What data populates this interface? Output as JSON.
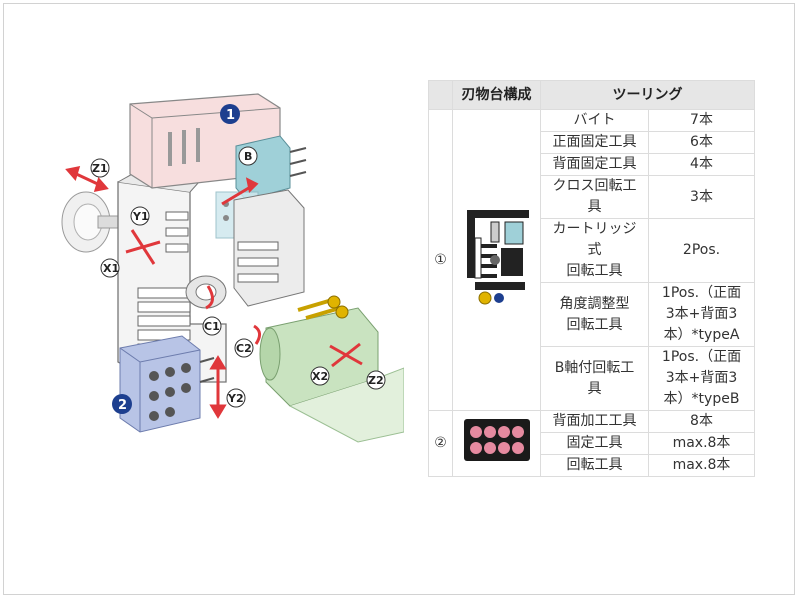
{
  "table": {
    "header": {
      "col_station": "刃物台構成",
      "col_tooling": "ツーリング"
    },
    "rows": [
      {
        "num": "①",
        "name": "バイト",
        "value": "7本"
      },
      {
        "num": "",
        "name": "正面固定工具",
        "value": "6本"
      },
      {
        "num": "",
        "name": "背面固定工具",
        "value": "4本"
      },
      {
        "num": "",
        "name_lines": [
          "クロス回転工",
          "具"
        ],
        "value": "3本"
      },
      {
        "num": "",
        "name_lines": [
          "カートリッジ",
          "式",
          "回転工具"
        ],
        "value": "2Pos."
      },
      {
        "num": "",
        "name_lines": [
          "角度調整型",
          "回転工具"
        ],
        "value_lines": [
          "1Pos.（正面",
          "3本+背面3",
          "本）*typeA"
        ]
      },
      {
        "num": "",
        "name_lines": [
          "B軸付回転工",
          "具"
        ],
        "value_lines": [
          "1Pos.（正面",
          "3本+背面3",
          "本）*typeB"
        ]
      },
      {
        "num": "②",
        "name": "背面加工工具",
        "value": "8本"
      },
      {
        "num": "",
        "name": "固定工具",
        "value": "max.8本"
      },
      {
        "num": "",
        "name": "回転工具",
        "value": "max.8本"
      }
    ]
  },
  "diagram": {
    "markers": [
      "1",
      "2"
    ],
    "axes": [
      "Z1",
      "Y1",
      "X1",
      "B",
      "C1",
      "C2",
      "X2",
      "Z2",
      "Y2"
    ]
  },
  "colors": {
    "accent_blue": "#1d3f8f",
    "arrow_red": "#e0373b",
    "turret_pink": "#f7dede",
    "tool_blue": "#9fd0d8",
    "post_blue": "#b8c4e6",
    "spindle_green": "#c9e3c0",
    "pink_dot": "#e58aa0"
  }
}
